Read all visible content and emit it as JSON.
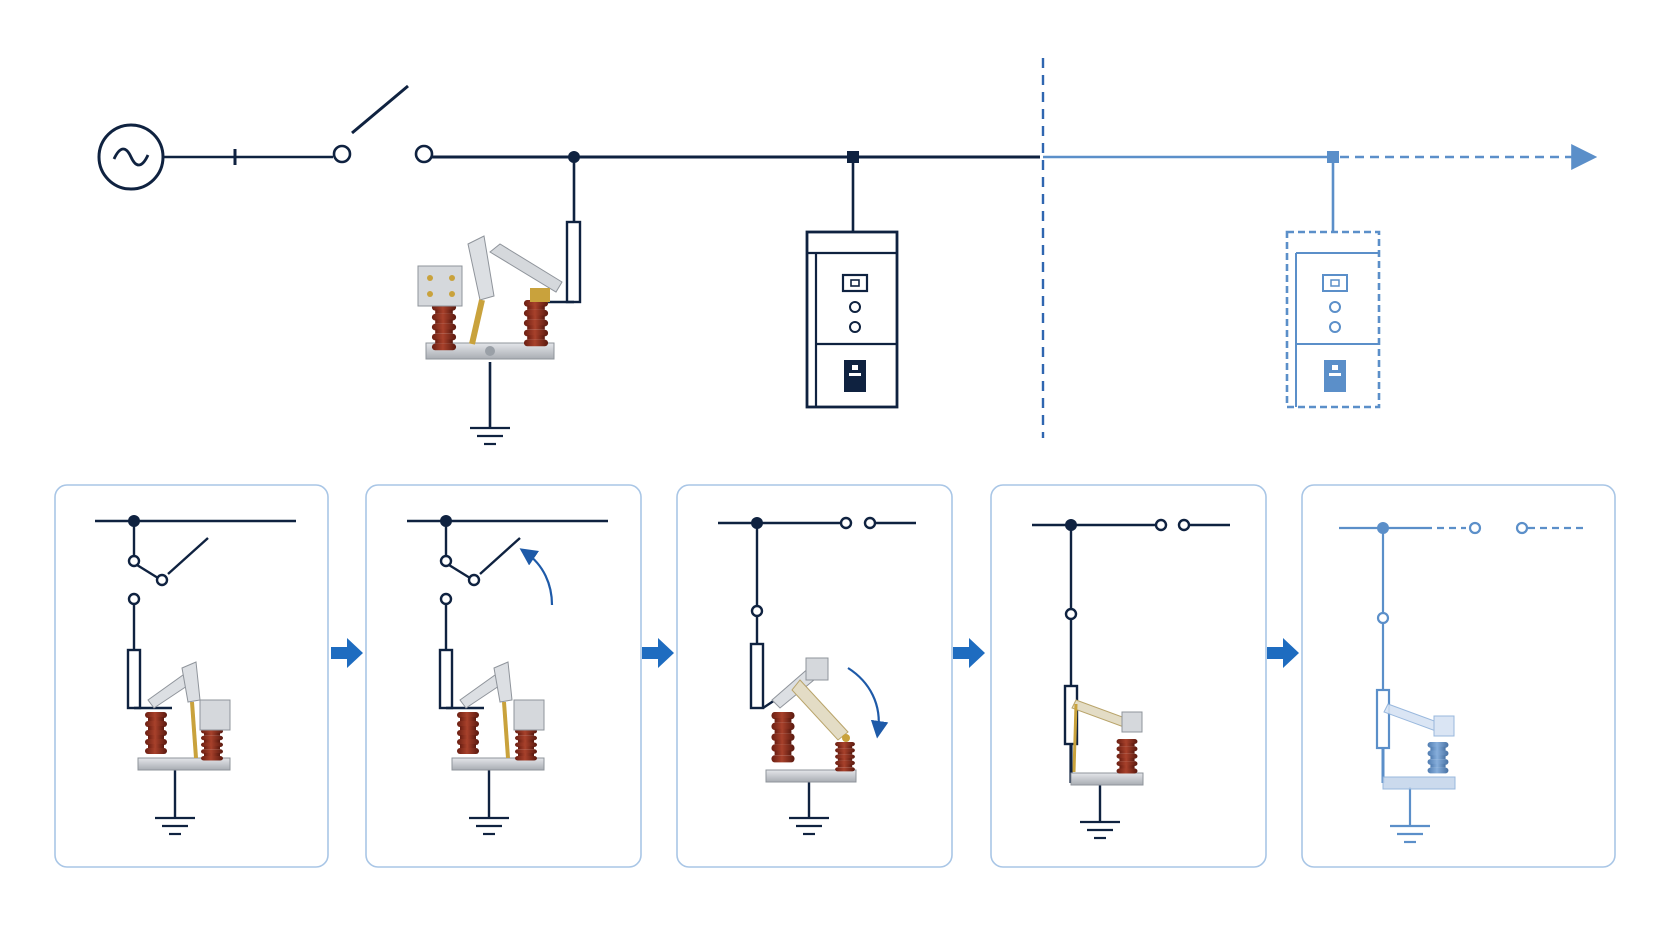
{
  "colors": {
    "navy": "#0f2240",
    "light_blue": "#5b8fc9",
    "panel_border": "#a9c6e6",
    "arrow": "#1e6cc0",
    "insulator": "#8a2a1a",
    "metal": "#c7cbd0",
    "gold": "#c9a23c",
    "fade_blue": "#6e9bd1"
  },
  "icons": {
    "source": "ac-source-icon",
    "breaker": "circuit-breaker-icon",
    "ground": "ground-icon",
    "cabinet": "switchgear-cabinet-icon",
    "earthing_switch": "earthing-switch-icon",
    "step_arrow": "arrow-right-icon"
  },
  "steps": [
    {
      "id": "step-1",
      "state": "closed-disconnector"
    },
    {
      "id": "step-2",
      "state": "opening-disconnector"
    },
    {
      "id": "step-3",
      "state": "closing-earth-switch"
    },
    {
      "id": "step-4",
      "state": "earthed"
    },
    {
      "id": "step-5",
      "state": "earthed-faded"
    }
  ]
}
